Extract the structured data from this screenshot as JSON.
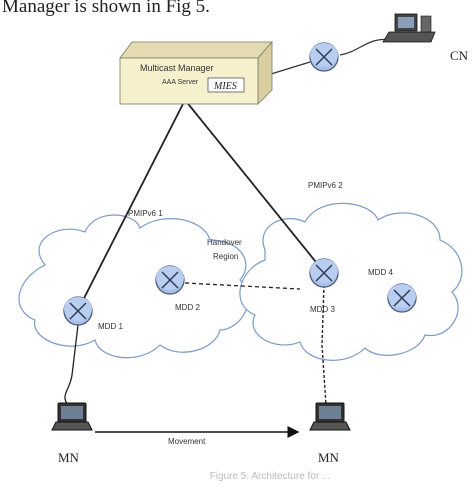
{
  "header_text": "Manager is shown in Fig 5.",
  "caption": "Figure 5: Architecture for ...",
  "labels": {
    "server_title": "Multicast Manager",
    "server_sub": "AAA Server",
    "mies": "MIES",
    "cn": "CN",
    "pmipv6_1": "PMIPv6 1",
    "pmipv6_2": "PMIPv6 2",
    "handover_1": "Handover",
    "handover_2": "Region",
    "mdd1": "MDD 1",
    "mdd2": "MDD 2",
    "mdd3": "MDD 3",
    "mdd4": "MDD 4",
    "movement": "Movement",
    "mn_left": "MN",
    "mn_right": "MN"
  },
  "colors": {
    "router_fill": "#a9c1e8",
    "router_stroke": "#4a5a78",
    "server_fill": "#f7f0cc",
    "cloud_stroke": "#7a9ac8"
  }
}
